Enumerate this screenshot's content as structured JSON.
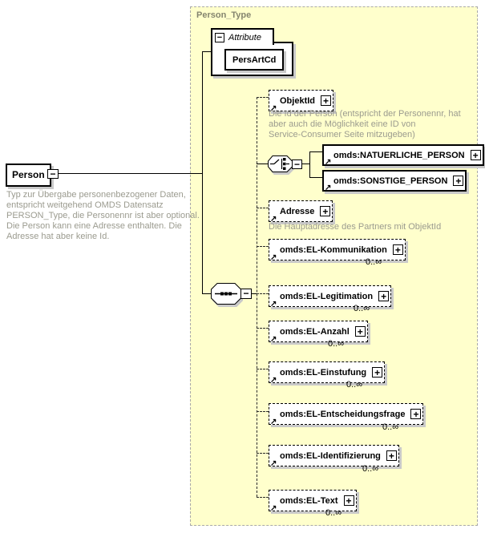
{
  "colors": {
    "container_bg": "#FFFFCC",
    "container_border": "#A9A9A9",
    "label_color": "#85856F",
    "annotation_color": "#9B9B8F",
    "shadow_color": "#C9C9C9"
  },
  "icons": {
    "expand": "+",
    "collapse": "−",
    "reference": "↗"
  },
  "container": {
    "label": "Person_Type"
  },
  "root": {
    "name": "Person",
    "annotation_lines": [
      "Typ zur Übergabe personenbezogener Daten,",
      "entspricht weitgehend OMDS Datensatz",
      "PERSON_Type, die Personennr ist aber optional.",
      "Die Person kann eine Adresse enthalten. Die",
      "Adresse hat aber keine Id."
    ]
  },
  "attributes": {
    "label": "Attribute",
    "items": [
      {
        "name": "PersArtCd"
      }
    ]
  },
  "elements": {
    "objektid": {
      "name": "ObjektId",
      "annotation_lines": [
        "Die Id der Person (entspricht der Personennr, hat",
        "aber auch die Möglichkeit eine ID von",
        "Service-Consumer Seite mitzugeben)"
      ]
    },
    "natuerliche_person": {
      "name": "omds:NATUERLICHE_PERSON"
    },
    "sonstige_person": {
      "name": "omds:SONSTIGE_PERSON"
    },
    "adresse": {
      "name": "Adresse",
      "annotation": "Die Hauptadresse des Partners mit ObjektId"
    },
    "el_kommunikation": {
      "name": "omds:EL-Kommunikation",
      "cardinality": "0..∞"
    },
    "el_legitimation": {
      "name": "omds:EL-Legitimation",
      "cardinality": "0..∞"
    },
    "el_anzahl": {
      "name": "omds:EL-Anzahl",
      "cardinality": "0..∞"
    },
    "el_einstufung": {
      "name": "omds:EL-Einstufung",
      "cardinality": "0..∞"
    },
    "el_entscheidungsfrage": {
      "name": "omds:EL-Entscheidungsfrage",
      "cardinality": "0..∞"
    },
    "el_identifizierung": {
      "name": "omds:EL-Identifizierung",
      "cardinality": "0..∞"
    },
    "el_text": {
      "name": "omds:EL-Text",
      "cardinality": "0..∞"
    }
  }
}
